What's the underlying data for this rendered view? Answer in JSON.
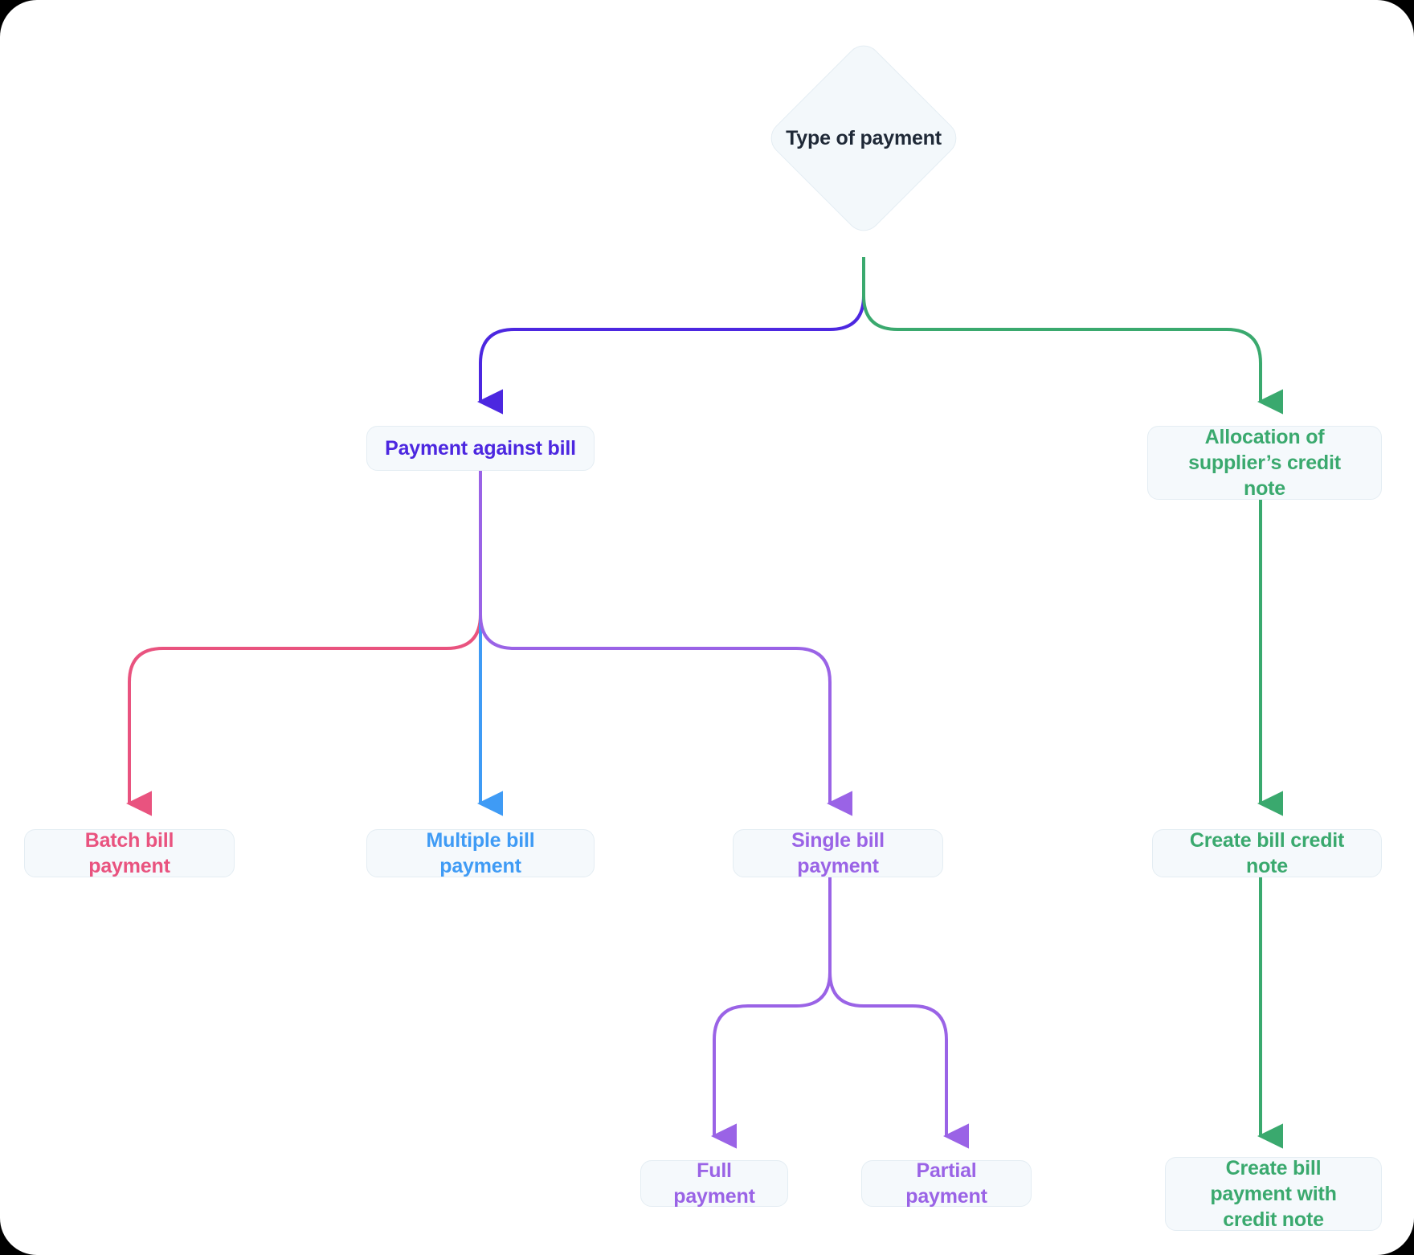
{
  "diagram": {
    "title": "Type of payment decision flow",
    "background": "#ffffff",
    "node_fill": "#f5f9fc",
    "node_border": "#e4edf3"
  },
  "colors": {
    "navy": "#252f3f",
    "indigo": "#4c27e0",
    "green": "#3aa96e",
    "pink": "#e9537f",
    "blue": "#3f9bf5",
    "violet": "#9a63e6"
  },
  "nodes": {
    "decision": {
      "label": "Type of payment",
      "color": "#252f3f"
    },
    "payment_against_bill": {
      "label": "Payment against bill",
      "color": "#4c27e0"
    },
    "allocation_credit_note": {
      "label": "Allocation of supplier’s credit note",
      "color": "#3aa96e"
    },
    "batch_bill_payment": {
      "label": "Batch bill payment",
      "color": "#e9537f"
    },
    "multiple_bill_payment": {
      "label": "Multiple bill payment",
      "color": "#3f9bf5"
    },
    "single_bill_payment": {
      "label": "Single bill payment",
      "color": "#9a63e6"
    },
    "create_bill_credit_note": {
      "label": "Create bill credit note",
      "color": "#3aa96e"
    },
    "full_payment": {
      "label": "Full payment",
      "color": "#9a63e6"
    },
    "partial_payment": {
      "label": "Partial payment",
      "color": "#9a63e6"
    },
    "create_bill_payment_with_credit_note": {
      "label": "Create bill payment with credit note",
      "color": "#3aa96e"
    }
  },
  "edges": [
    {
      "from": "decision",
      "to": "payment_against_bill",
      "color": "#4c27e0"
    },
    {
      "from": "decision",
      "to": "allocation_credit_note",
      "color": "#3aa96e"
    },
    {
      "from": "payment_against_bill",
      "to": "batch_bill_payment",
      "color": "#e9537f"
    },
    {
      "from": "payment_against_bill",
      "to": "multiple_bill_payment",
      "color": "#3f9bf5"
    },
    {
      "from": "payment_against_bill",
      "to": "single_bill_payment",
      "color": "#9a63e6"
    },
    {
      "from": "allocation_credit_note",
      "to": "create_bill_credit_note",
      "color": "#3aa96e"
    },
    {
      "from": "single_bill_payment",
      "to": "full_payment",
      "color": "#9a63e6"
    },
    {
      "from": "single_bill_payment",
      "to": "partial_payment",
      "color": "#9a63e6"
    },
    {
      "from": "create_bill_credit_note",
      "to": "create_bill_payment_with_credit_note",
      "color": "#3aa96e"
    }
  ]
}
